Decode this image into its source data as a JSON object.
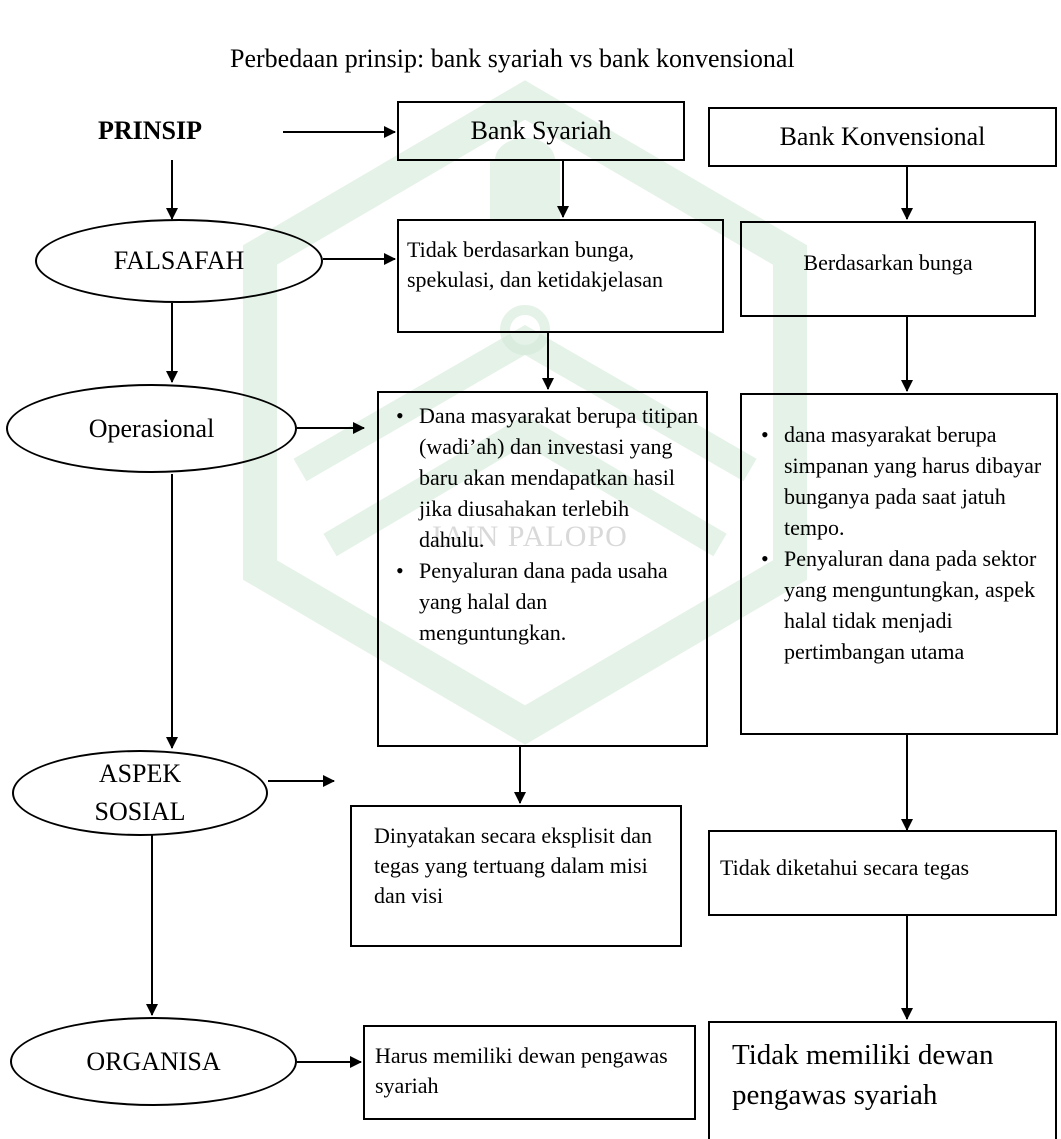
{
  "watermark": {
    "text": "IAIN PALOPO",
    "color": "#bfe0c8"
  },
  "title": "Perbedaan prinsip: bank syariah vs bank konvensional",
  "principle_label": "PRINSIP",
  "columns": {
    "syariah": "Bank Syariah",
    "konvensional": "Bank Konvensional"
  },
  "aspects": {
    "falsafah": "FALSAFAH",
    "operasional": "Operasional",
    "aspek_sosial_line1": "ASPEK",
    "aspek_sosial_line2": "SOSIAL",
    "organisasi": "ORGANISA"
  },
  "syariah": {
    "falsafah": "Tidak berdasarkan bunga, spekulasi, dan ketidakjelasan",
    "operasional": [
      "Dana masyarakat berupa titipan (wadi’ah) dan investasi yang baru akan mendapatkan hasil jika diusahakan terlebih dahulu.",
      "Penyaluran dana pada usaha yang halal dan menguntungkan."
    ],
    "aspek_sosial": "Dinyatakan secara eksplisit dan tegas yang tertuang dalam misi dan visi",
    "organisasi": "Harus memiliki dewan pengawas syariah"
  },
  "konvensional": {
    "falsafah": "Berdasarkan bunga",
    "operasional": [
      "dana masyarakat berupa simpanan yang harus dibayar bunganya pada saat jatuh tempo.",
      "Penyaluran dana pada sektor yang menguntungkan, aspek halal tidak menjadi pertimbangan utama"
    ],
    "aspek_sosial": "Tidak diketahui secara tegas",
    "organisasi": "Tidak memiliki dewan pengawas syariah"
  }
}
